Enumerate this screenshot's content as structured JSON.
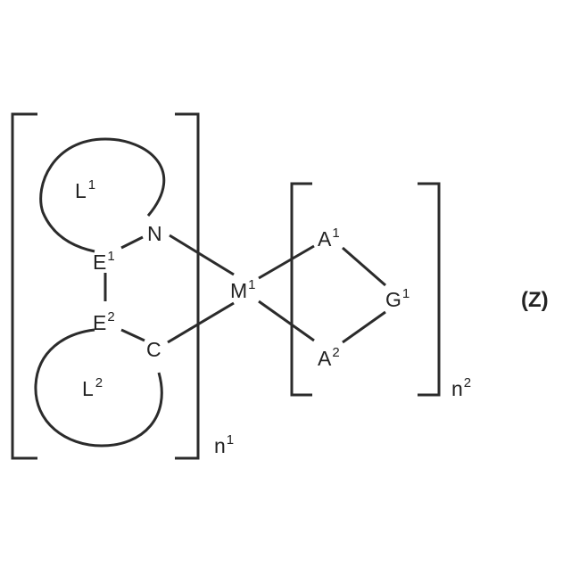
{
  "formula": {
    "label": "(Z)",
    "atoms": {
      "L1": {
        "base": "L",
        "sup": "1"
      },
      "N": {
        "base": "N",
        "sup": ""
      },
      "E1": {
        "base": "E",
        "sup": "1"
      },
      "E2": {
        "base": "E",
        "sup": "2"
      },
      "C": {
        "base": "C",
        "sup": ""
      },
      "L2": {
        "base": "L",
        "sup": "2"
      },
      "M1": {
        "base": "M",
        "sup": "1"
      },
      "A1": {
        "base": "A",
        "sup": "1"
      },
      "A2": {
        "base": "A",
        "sup": "2"
      },
      "G1": {
        "base": "G",
        "sup": "1"
      }
    },
    "subscripts": {
      "n1": {
        "base": "n",
        "sup": "1"
      },
      "n2": {
        "base": "n",
        "sup": "2"
      }
    }
  },
  "colors": {
    "line": "#2b2b2b",
    "text": "#222222",
    "background": "#ffffff"
  }
}
